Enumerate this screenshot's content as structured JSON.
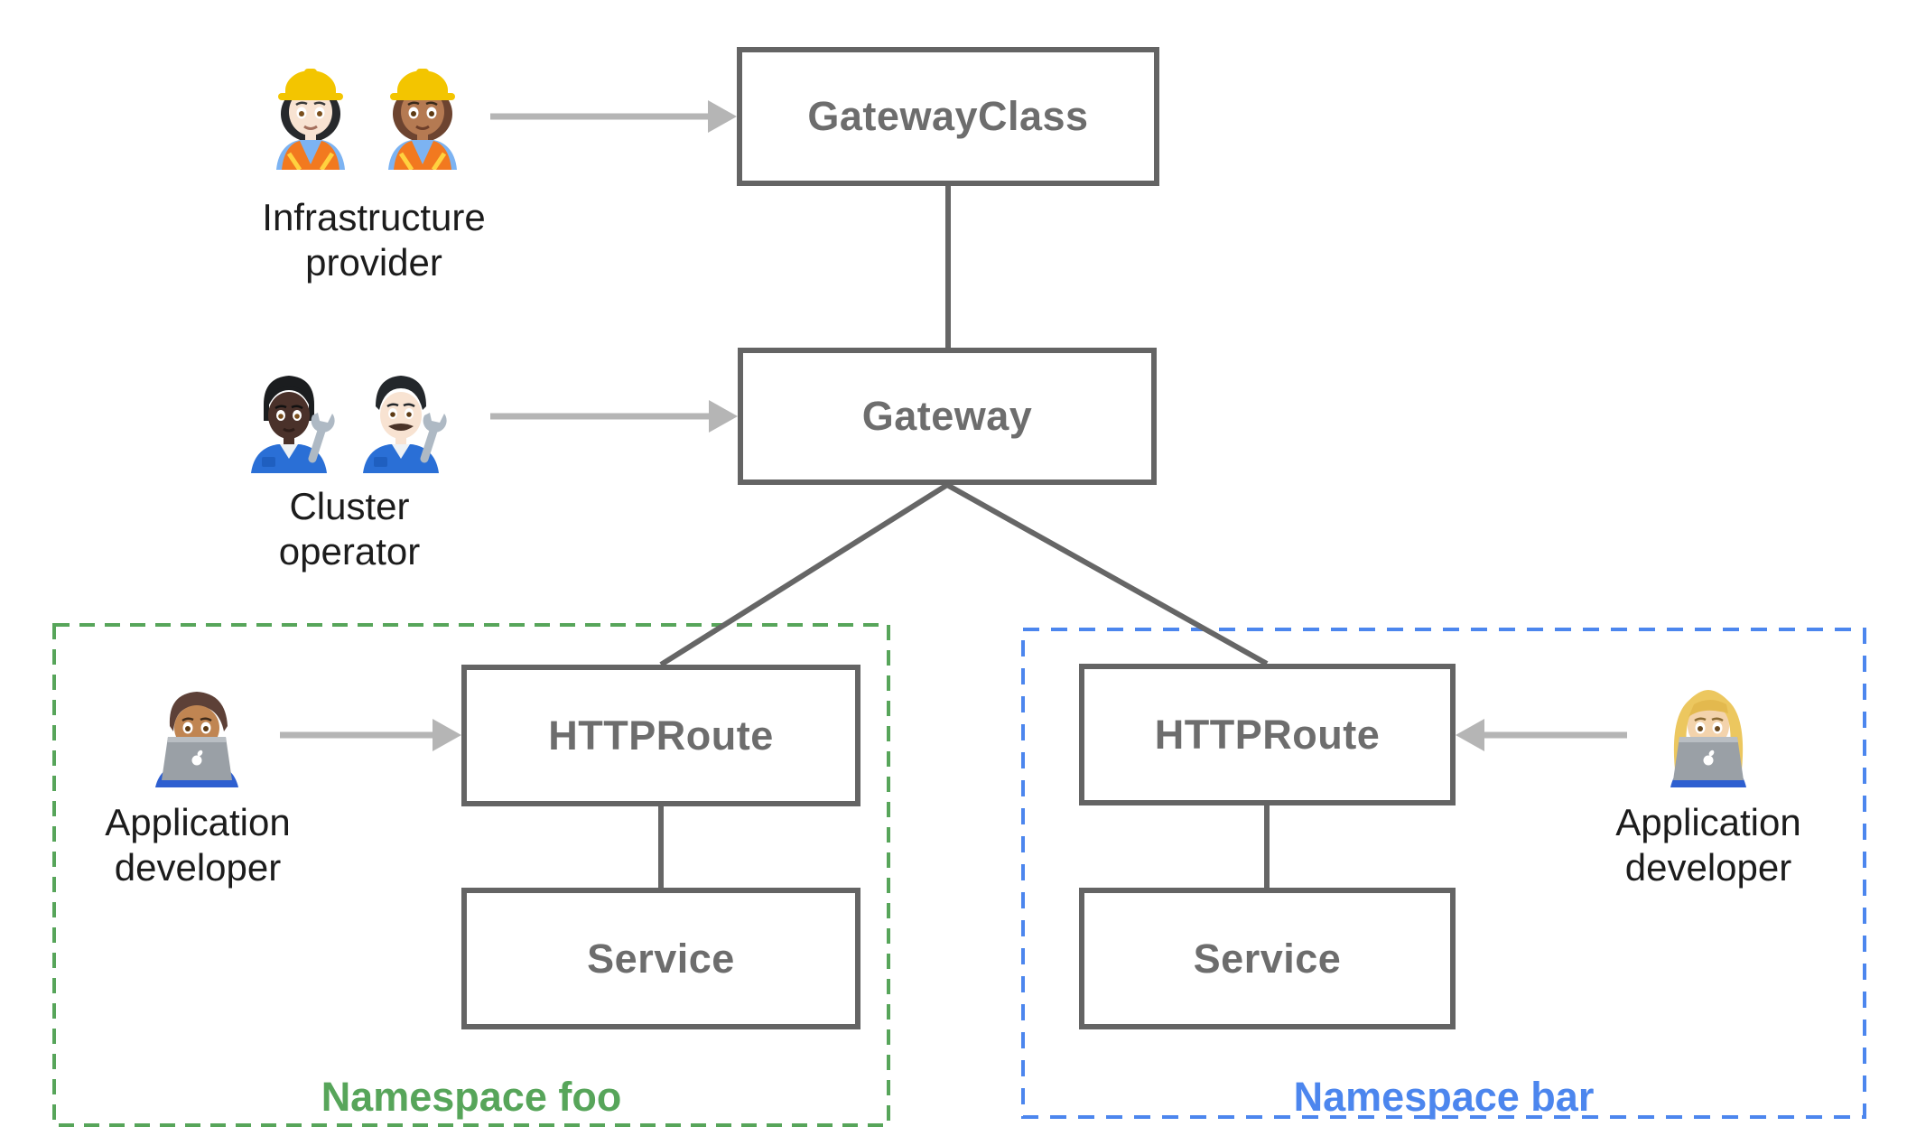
{
  "diagram": {
    "name": "Gateway API resource model",
    "background": "#ffffff"
  },
  "nodes": {
    "gatewayClass": {
      "label": "GatewayClass"
    },
    "gateway": {
      "label": "Gateway"
    },
    "httprouteFoo": {
      "label": "HTTPRoute"
    },
    "serviceFoo": {
      "label": "Service"
    },
    "httprouteBar": {
      "label": "HTTPRoute"
    },
    "serviceBar": {
      "label": "Service"
    }
  },
  "actors": {
    "infrastructureProvider": {
      "lines": [
        "Infrastructure",
        "provider"
      ],
      "icons": [
        "woman-construction-worker-light",
        "woman-construction-worker-medium"
      ]
    },
    "clusterOperator": {
      "lines": [
        "Cluster",
        "operator"
      ],
      "icons": [
        "person-mechanic-dark",
        "man-mechanic-light"
      ]
    },
    "appDeveloperFoo": {
      "lines": [
        "Application",
        "developer"
      ],
      "icons": [
        "man-technologist-medium"
      ]
    },
    "appDeveloperBar": {
      "lines": [
        "Application",
        "developer"
      ],
      "icons": [
        "woman-technologist-light"
      ]
    }
  },
  "namespaces": {
    "foo": {
      "label": "Namespace foo",
      "color": "#57a55a"
    },
    "bar": {
      "label": "Namespace bar",
      "color": "#4c86ee"
    }
  },
  "colors": {
    "boxBorder": "#646464",
    "boxText": "#6d6d6d",
    "connector": "#666666",
    "arrow": "#b5b5b5",
    "actorText": "#1c1c1c"
  }
}
